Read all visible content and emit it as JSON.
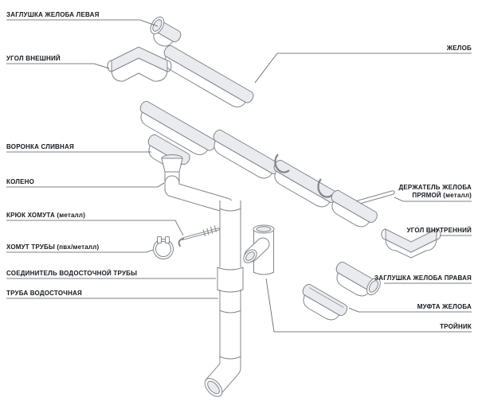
{
  "labels": {
    "left": [
      {
        "id": "gutter-end-cap-left",
        "text": "ЗАГЛУШКА ЖЕЛОБА ЛЕВАЯ"
      },
      {
        "id": "outer-corner",
        "text": "УГОЛ ВНЕШНИЙ"
      },
      {
        "id": "funnel-outlet",
        "text": "ВОРОНКА СЛИВНАЯ"
      },
      {
        "id": "elbow",
        "text": "КОЛЕНО"
      },
      {
        "id": "clamp-hook",
        "text": "КРЮК ХОМУТА (металл)"
      },
      {
        "id": "pipe-clamp",
        "text": "ХОМУТ ТРУБЫ (пвх/металл)"
      },
      {
        "id": "downpipe-connector",
        "text": "СОЕДИНИТЕЛЬ ВОДОСТОЧНОЙ ТРУБЫ"
      },
      {
        "id": "downpipe",
        "text": "ТРУБА ВОДОСТОЧНАЯ"
      }
    ],
    "right": [
      {
        "id": "gutter",
        "text": "ЖЕЛОБ"
      },
      {
        "id": "gutter-bracket-straight-metal",
        "line1": "ДЕРЖАТЕЛЬ ЖЕЛОБА",
        "line2": "ПРЯМОЙ (металл)"
      },
      {
        "id": "inner-corner",
        "text": "УГОЛ ВНУТРЕННИЙ"
      },
      {
        "id": "gutter-end-cap-right",
        "text": "ЗАГЛУШКА ЖЕЛОБА ПРАВАЯ"
      },
      {
        "id": "gutter-coupling",
        "text": "МУФТА ЖЕЛОБА"
      },
      {
        "id": "tee",
        "text": "ТРОЙНИК"
      }
    ]
  },
  "colors": {
    "background": "#ffffff",
    "label_text": "#15181f",
    "leader_line": "#55585e",
    "part_outline": "#80858d",
    "part_inner_fill": "#e9ebee"
  }
}
